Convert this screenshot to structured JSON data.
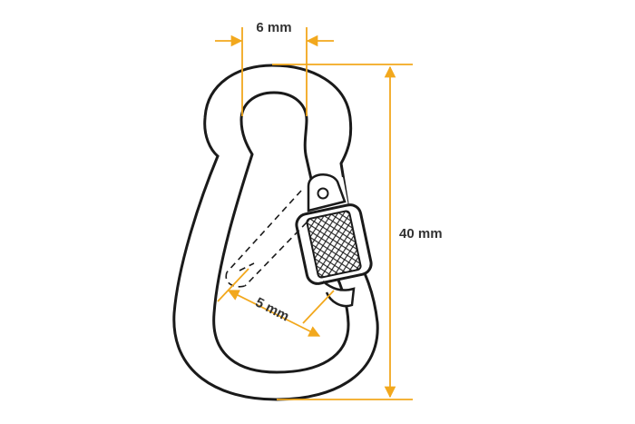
{
  "diagram": {
    "dimensions": {
      "gate_opening": {
        "label": "6 mm"
      },
      "length": {
        "label": "40 mm"
      },
      "gate_gap": {
        "label": "5 mm"
      }
    },
    "colors": {
      "outline": "#1a1a1a",
      "dimension_line": "#f2a81d",
      "label_text": "#333333",
      "background": "#ffffff"
    },
    "icons": {
      "object": "carabiner-icon",
      "lock_nut": "knurled-sleeve-icon"
    }
  }
}
